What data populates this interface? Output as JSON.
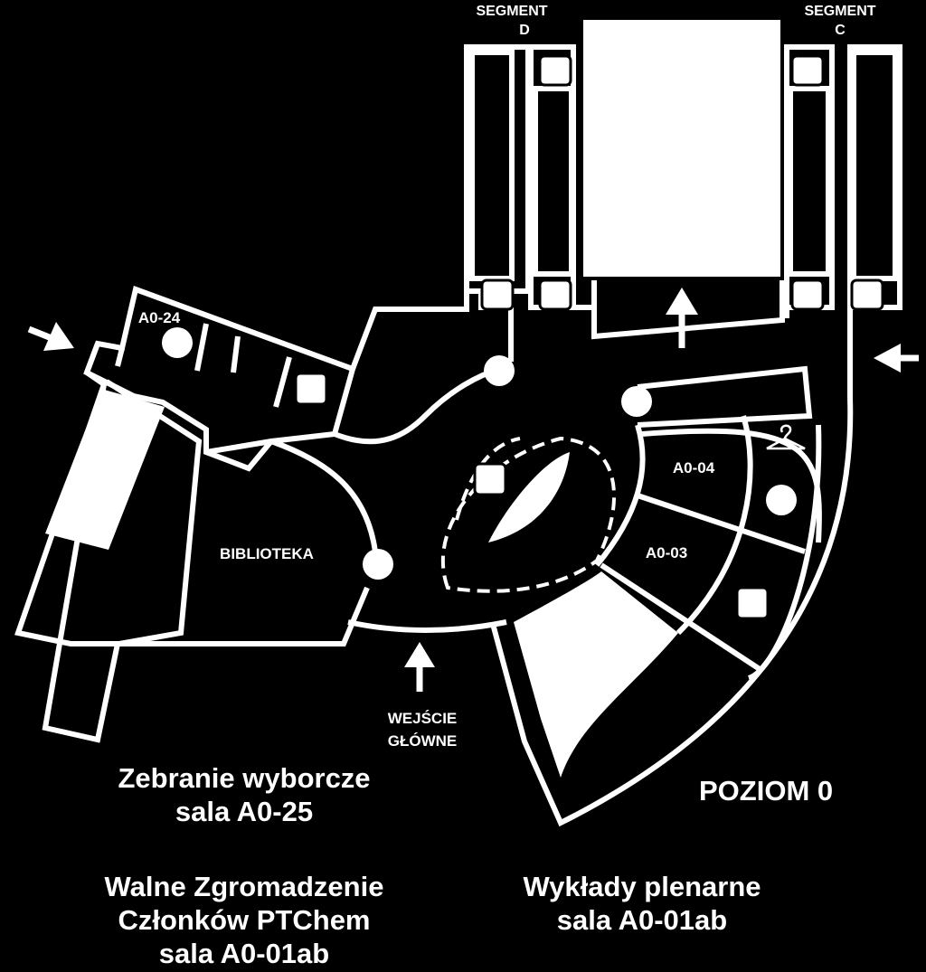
{
  "segments": {
    "d": {
      "line1": "SEGMENT",
      "line2": "D"
    },
    "c": {
      "line1": "SEGMENT",
      "line2": "C"
    }
  },
  "rooms": {
    "a0_24": "A0-24",
    "a0_04": "A0-04",
    "a0_03": "A0-03",
    "biblioteka": "BIBLIOTEKA"
  },
  "entrance": {
    "line1": "WEJŚCIE",
    "line2": "GŁÓWNE"
  },
  "level": "POZIOM 0",
  "captions": {
    "election": {
      "line1": "Zebranie wyborcze",
      "line2": "sala A0-25"
    },
    "assembly": {
      "line1": "Walne Zgromadzenie",
      "line2": "Członków PTChem",
      "line3": "sala A0-01ab"
    },
    "lectures": {
      "line1": "Wykłady plenarne",
      "line2": "sala A0-01ab"
    }
  },
  "colors": {
    "background": "#000000",
    "lines": "#ffffff"
  },
  "icons": [
    "entrance-arrow-icon",
    "stairs-icon",
    "elevator-icon",
    "cloakroom-hanger-icon"
  ]
}
